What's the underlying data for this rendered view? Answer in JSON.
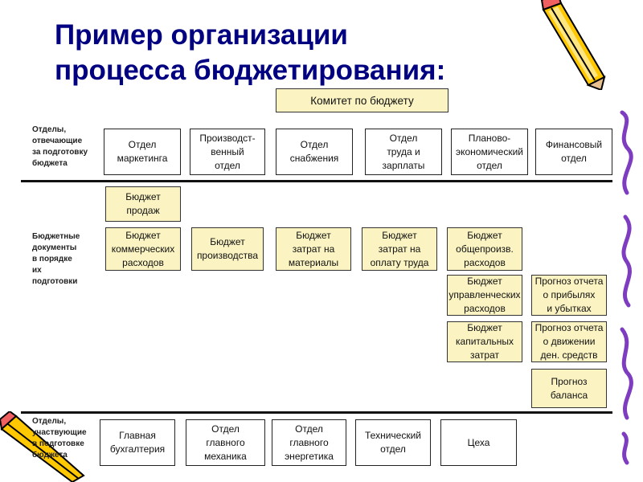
{
  "title": {
    "line1": "Пример организации",
    "line2": "процесса бюджетирования:"
  },
  "committee": "Комитет по бюджету",
  "sections": {
    "departments_responsible": "Отделы,\nотвечающие\nза подготовку\nбюджета",
    "budget_documents": "Бюджетные\nдокументы\nв порядке\nих\nподготовки",
    "departments_participating": "Отделы,\nучаствующие\nв подготовке\nбюджета"
  },
  "departments_top": [
    "Отдел\nмаркетинга",
    "Производст-\nвенный\nотдел",
    "Отдел\nснабжения",
    "Отдел\nтруда и\nзарплаты",
    "Планово-\nэкономический\nотдел",
    "Финансовый\nотдел"
  ],
  "documents": {
    "sales_budget": "Бюджет\nпродаж",
    "commercial_expenses": "Бюджет\nкоммерческих\nрасходов",
    "production_budget": "Бюджет\nпроизводства",
    "materials_costs": "Бюджет\nзатрат на\nматериалы",
    "labor_costs": "Бюджет\nзатрат на\nоплату труда",
    "overhead_costs": "Бюджет\nобщепроизв.\nрасходов",
    "management_expenses": "Бюджет\nуправленческих\nрасходов",
    "capital_costs": "Бюджет\nкапитальных\nзатрат",
    "profit_loss_forecast": "Прогноз отчета\nо прибылях\nи убытках",
    "cash_flow_forecast": "Прогноз отчета\nо движении\nден. средств",
    "balance_forecast": "Прогноз\nбаланса"
  },
  "departments_bottom": [
    "Главная\nбухгалтерия",
    "Отдел\nглавного\nмеханика",
    "Отдел\nглавного\nэнергетика",
    "Технический\nотдел",
    "Цеха"
  ],
  "decorations": {
    "pencil_icon": "pencil-icon",
    "squiggle_icon": "squiggle-icon",
    "accent_color": "#000080",
    "document_fill": "#fbf4c2",
    "pencil_color": "#ffc800"
  }
}
